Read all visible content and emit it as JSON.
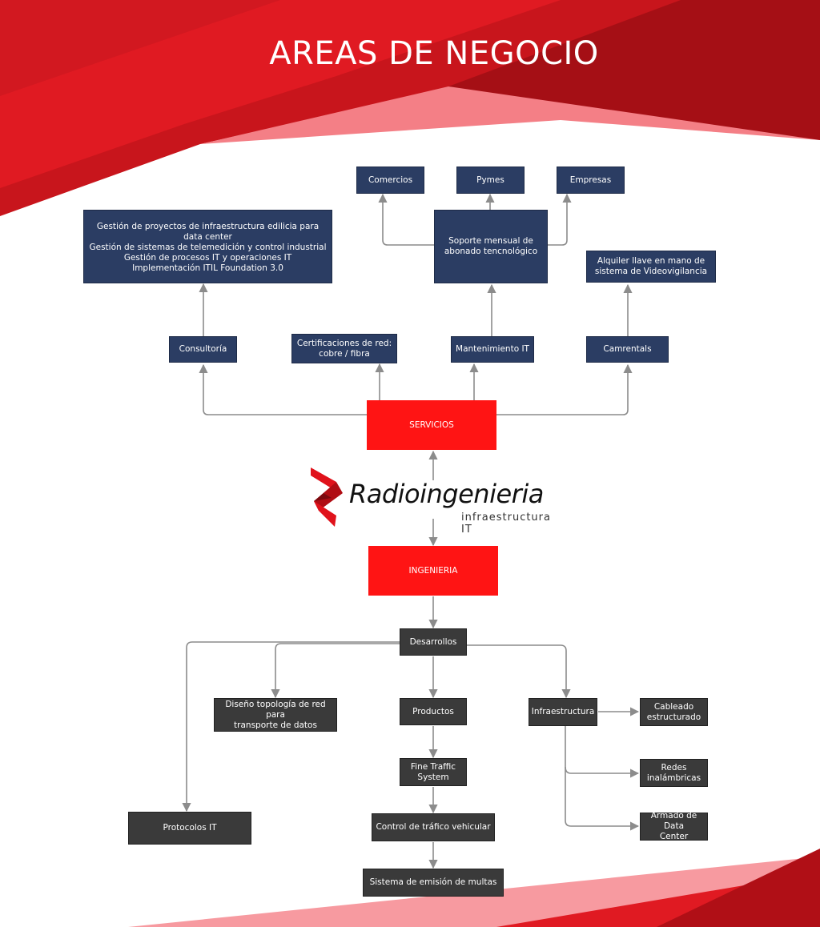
{
  "title": "AREAS DE NEGOCIO",
  "colors": {
    "accent_red": "#ff1414",
    "navy": "#2b3d63",
    "dark_gray": "#3a3a3a",
    "arrow_gray": "#8c8c8c"
  },
  "logo": {
    "name": "Radioingenieria",
    "tagline": "infraestructura IT",
    "icon": "ribbon-logo-icon"
  },
  "nodes": {
    "servicios": "SERVICIOS",
    "ingenieria": "INGENIERIA",
    "consultoria": "Consultoría",
    "consultoria_detail": "Gestión de proyectos de infraestructura edilicia para data center\nGestión de sistemas de telemedición y control industrial\nGestión de procesos IT y operaciones IT\nImplementación ITIL Foundation 3.0",
    "certificaciones": "Certificaciones de red:\ncobre / fibra",
    "mantenimiento": "Mantenimiento IT",
    "soporte": "Soporte mensual de\nabonado tencnológico",
    "comercios": "Comercios",
    "pymes": "Pymes",
    "empresas": "Empresas",
    "camrentals": "Camrentals",
    "videovigilancia": "Alquiler llave en mano de\nsistema de Videovigilancia",
    "desarrollos": "Desarrollos",
    "diseno": "Diseño topología de red para\ntransporte de datos",
    "productos": "Productos",
    "fine_traffic": "Fine Traffic\nSystem",
    "control_trafico": "Control de tráfico vehicular",
    "sistema_multas": "Sistema de emisión de multas",
    "protocolos": "Protocolos IT",
    "infraestructura": "Infraestructura",
    "cableado": "Cableado\nestructurado",
    "redes": "Redes\ninalámbricas",
    "armado": "Armado de Data\nCenter"
  }
}
